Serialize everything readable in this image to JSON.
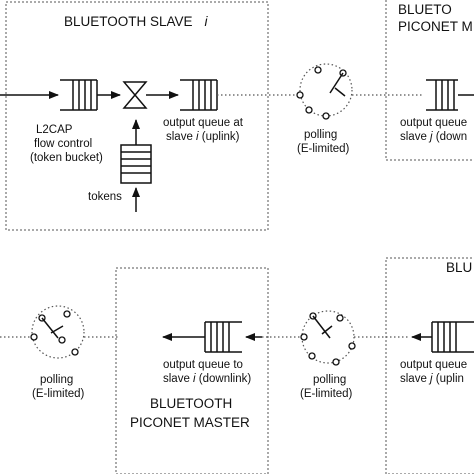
{
  "top": {
    "slave_box_title": "BLUETOOTH SLAVE",
    "slave_box_title_var": "i",
    "right_box_title_line1": "BLUETO",
    "right_box_title_line2": "PICONET M",
    "l2cap": [
      "L2CAP",
      "flow control",
      "(token bucket)"
    ],
    "tokens": "tokens",
    "output_queue_uplink": [
      "output queue at",
      "slave ",
      "i",
      " (uplink)"
    ],
    "polling": [
      "polling",
      "(E-limited)"
    ],
    "right_queue": [
      "output queue",
      "slave ",
      "j",
      " (down"
    ]
  },
  "bottom": {
    "right_box_title": "BLU",
    "master_box_title": [
      "BLUETOOTH",
      "PICONET MASTER"
    ],
    "polling_left": [
      "polling",
      "(E-limited)"
    ],
    "output_queue_downlink": [
      "output queue to",
      "slave ",
      "i",
      " (downlink)"
    ],
    "polling_mid": [
      "polling",
      "(E-limited)"
    ],
    "right_queue": [
      "output queue",
      "slave ",
      "j",
      " (uplin"
    ]
  }
}
